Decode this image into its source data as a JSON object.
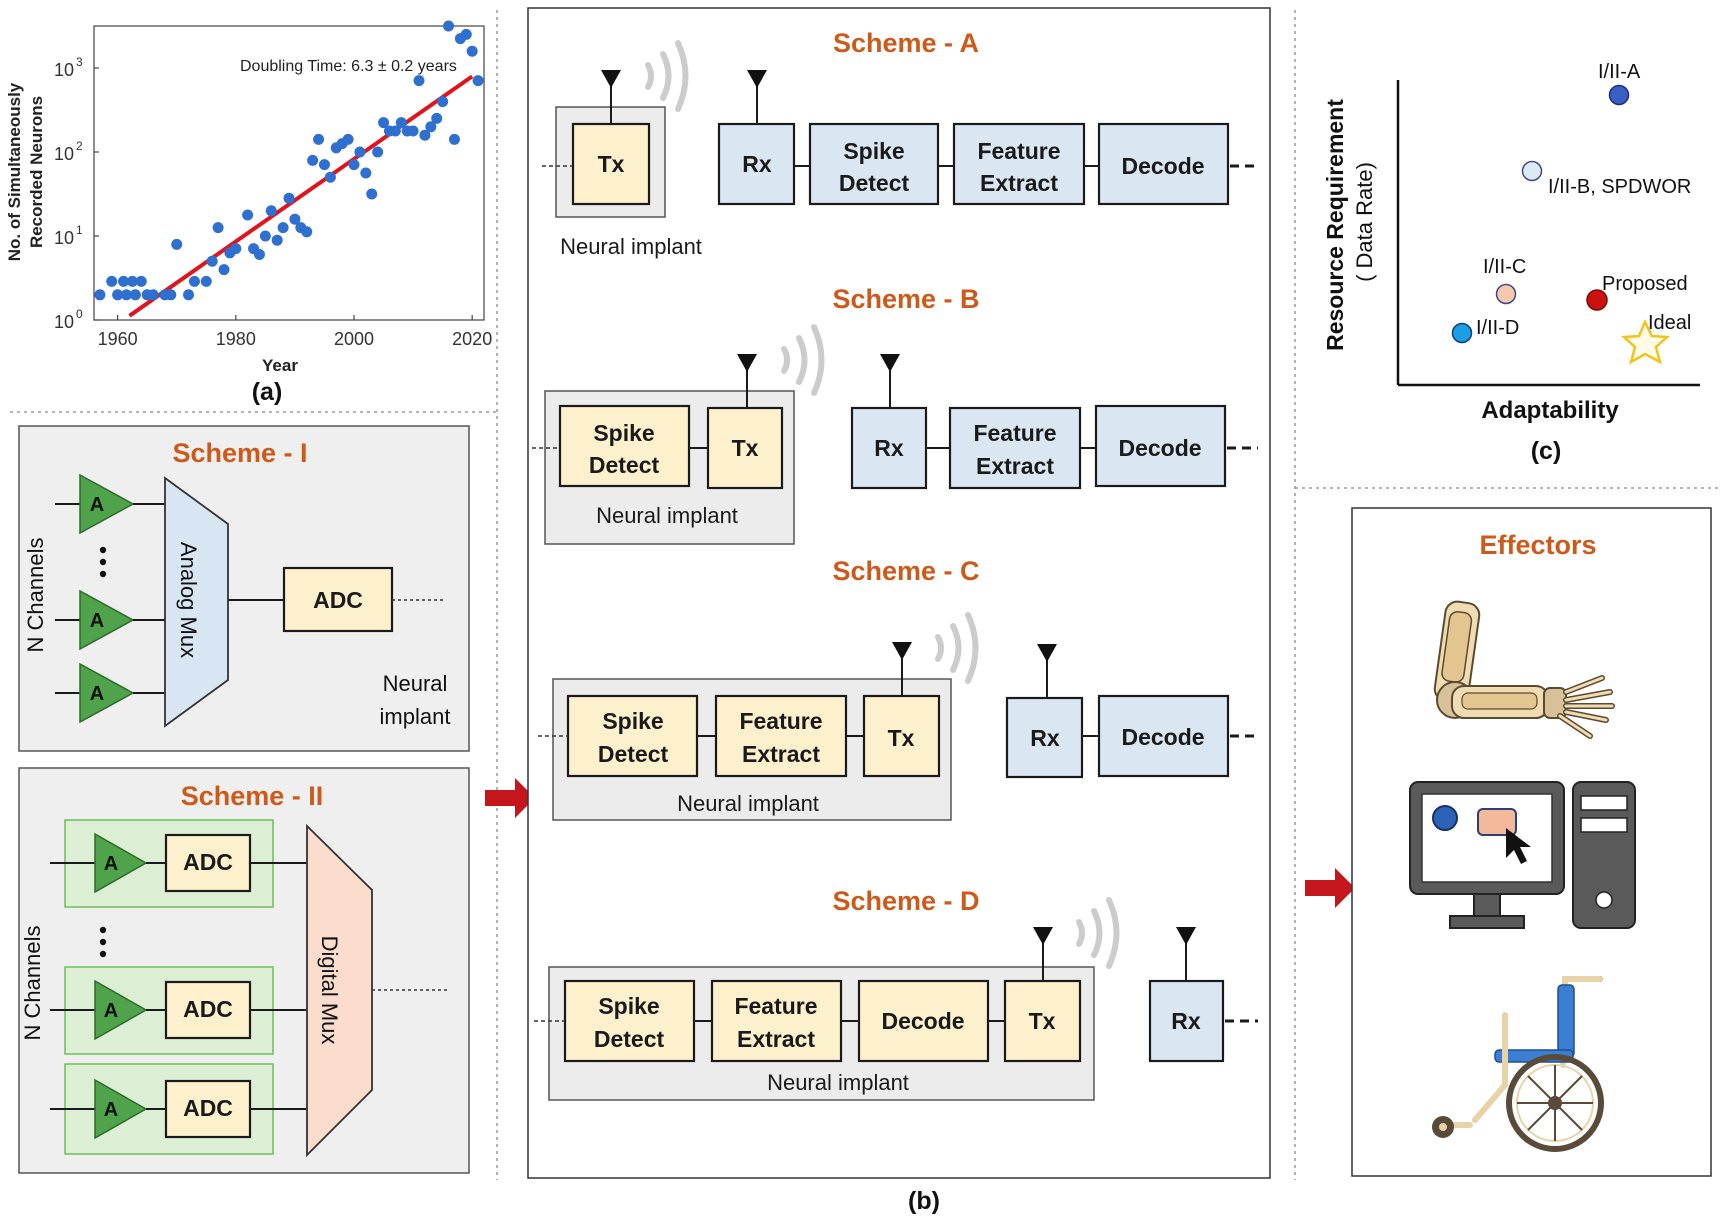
{
  "panel_a": {
    "caption": "(a)",
    "annotation": "Doubling Time: 6.3 ± 0.2 years",
    "chart_data": {
      "type": "scatter",
      "xlabel": "Year",
      "ylabel_line1": "No. of Simultaneously",
      "ylabel_line2": "Recorded Neurons",
      "xlim": [
        1956,
        2022
      ],
      "ylim_log10": [
        0,
        3.5
      ],
      "x_ticks": [
        "1960",
        "1980",
        "2000",
        "2020"
      ],
      "x_tick_values": [
        1960,
        1980,
        2000,
        2020
      ],
      "y_ticks": [
        "10",
        "10",
        "10",
        "10"
      ],
      "y_tick_exponents": [
        "0",
        "1",
        "2",
        "3"
      ],
      "y_tick_values_log10": [
        0,
        1,
        2,
        3
      ],
      "fit_line": {
        "x": [
          1962,
          2020
        ],
        "log10_y": [
          0.05,
          2.9
        ]
      },
      "points": [
        [
          1957,
          0.3
        ],
        [
          1959,
          0.46
        ],
        [
          1960,
          0.3
        ],
        [
          1961,
          0.46
        ],
        [
          1961.5,
          0.3
        ],
        [
          1962.5,
          0.46
        ],
        [
          1963,
          0.3
        ],
        [
          1964,
          0.46
        ],
        [
          1965,
          0.3
        ],
        [
          1966,
          0.3
        ],
        [
          1968,
          0.3
        ],
        [
          1969,
          0.3
        ],
        [
          1970,
          0.9
        ],
        [
          1972,
          0.3
        ],
        [
          1973,
          0.46
        ],
        [
          1975,
          0.46
        ],
        [
          1976,
          0.7
        ],
        [
          1977,
          1.1
        ],
        [
          1978,
          0.6
        ],
        [
          1979,
          0.8
        ],
        [
          1980,
          0.85
        ],
        [
          1982,
          1.25
        ],
        [
          1983,
          0.85
        ],
        [
          1984,
          0.78
        ],
        [
          1985,
          1.0
        ],
        [
          1986,
          1.3
        ],
        [
          1987,
          0.95
        ],
        [
          1988,
          1.1
        ],
        [
          1989,
          1.45
        ],
        [
          1990,
          1.2
        ],
        [
          1991,
          1.1
        ],
        [
          1992,
          1.05
        ],
        [
          1993,
          1.9
        ],
        [
          1994,
          2.15
        ],
        [
          1995,
          1.85
        ],
        [
          1996,
          1.7
        ],
        [
          1997,
          2.05
        ],
        [
          1998,
          2.1
        ],
        [
          1999,
          2.15
        ],
        [
          2000,
          1.85
        ],
        [
          2001,
          2.0
        ],
        [
          2002,
          1.75
        ],
        [
          2003,
          1.5
        ],
        [
          2004,
          2.0
        ],
        [
          2005,
          2.35
        ],
        [
          2006,
          2.25
        ],
        [
          2007,
          2.25
        ],
        [
          2008,
          2.35
        ],
        [
          2009,
          2.25
        ],
        [
          2010,
          2.25
        ],
        [
          2011,
          2.85
        ],
        [
          2012,
          2.2
        ],
        [
          2013,
          2.3
        ],
        [
          2014,
          2.4
        ],
        [
          2015,
          2.6
        ],
        [
          2016,
          3.5
        ],
        [
          2017,
          2.15
        ],
        [
          2018,
          3.35
        ],
        [
          2019,
          3.4
        ],
        [
          2020,
          3.2
        ],
        [
          2021,
          2.85
        ]
      ]
    }
  },
  "panel_b": {
    "caption": "(b)",
    "blocks": {
      "tx": "Tx",
      "rx": "Rx",
      "spike_1": "Spike",
      "spike_2": "Detect",
      "feature_1": "Feature",
      "feature_2": "Extract",
      "decode": "Decode"
    },
    "implant_label": "Neural implant",
    "scheme_a": "Scheme - A",
    "scheme_b": "Scheme - B",
    "scheme_c": "Scheme - C",
    "scheme_d": "Scheme - D"
  },
  "panel_c": {
    "caption": "(c)",
    "xlabel": "Adaptability",
    "ylabel_1": "Resource Requirement",
    "ylabel_2": "( Data Rate)",
    "points": [
      {
        "label": "I/II-A",
        "color": "#3a5fc4"
      },
      {
        "label": "I/II-B, SPDWOR",
        "color": "#dde9f5"
      },
      {
        "label": "I/II-C",
        "color": "#f6c9ad"
      },
      {
        "label": "I/II-D",
        "color": "#1b9ee6"
      },
      {
        "label": "Proposed",
        "color": "#cc1111"
      },
      {
        "label": "Ideal",
        "color": "#f2c318"
      }
    ]
  },
  "scheme_i": {
    "title": "Scheme - I",
    "channels": "N Channels",
    "amp": "A",
    "mux": "Analog Mux",
    "adc": "ADC",
    "implant_1": "Neural",
    "implant_2": "implant"
  },
  "scheme_ii": {
    "title": "Scheme - II",
    "channels": "N Channels",
    "amp": "A",
    "adc": "ADC",
    "mux": "Digital Mux"
  },
  "effectors": {
    "title": "Effectors"
  },
  "colors": {
    "accent_orange": "#cc5a1a",
    "arrow_red": "#c4161c",
    "block_yellow": "#fdf0cc",
    "block_blue": "#dbe6f3"
  }
}
